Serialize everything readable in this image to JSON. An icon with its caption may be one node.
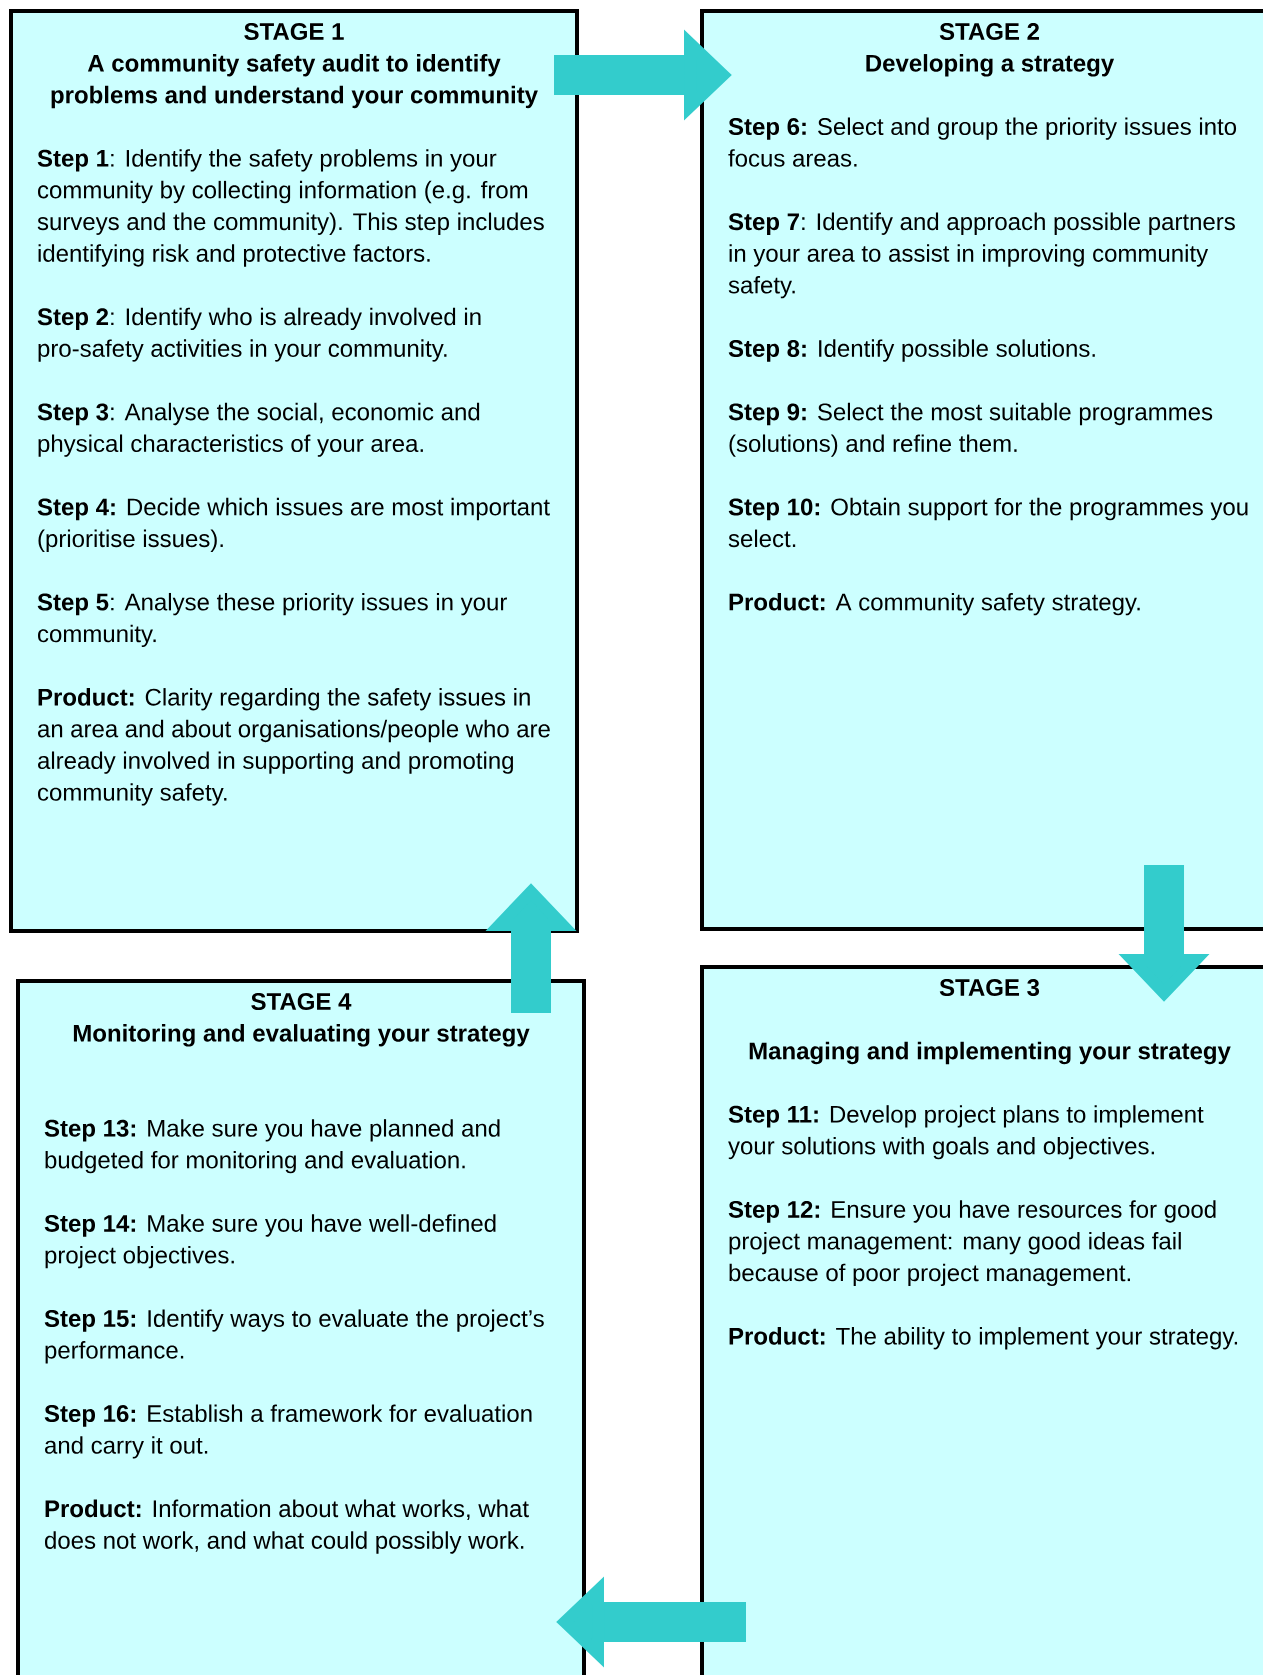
{
  "diagram": {
    "nodes": [
      {
        "text": [
          "STAGE 1",
          "A community safety audit to identify problems and understand your community",
          "**Step 1**: Identify the safety problems in your community by collecting information (e.g. from surveys and the community). This step includes identifying risk and protective factors.",
          "**Step 2**: Identify who is already involved in pro-safety activities in your community.",
          "**Step 3**: Analyse the social, economic and physical characteristics of your area.",
          "**Step 4:** Decide which issues are most important (prioritise issues).",
          "**Step 5**: Analyse these priority issues in your community.",
          "**Product:** Clarity regarding the safety issues in an area and about organisations/people who are already involved in supporting and promoting community safety."
        ]
      },
      {
        "text": [
          "STAGE 2",
          "Developing a strategy",
          "**Step 6:** Select and group the priority issues into focus areas.",
          "**Step 7**: Identify and approach possible partners in your area to assist in improving community safety.",
          "**Step 8:** Identify possible solutions.",
          "**Step 9:** Select the most suitable programmes (solutions) and refine them.",
          "**Step 10:** Obtain support for the programmes you select.",
          "**Product:** A community safety strategy."
        ]
      },
      {
        "text": [
          "STAGE 3",
          "Managing and implementing your strategy",
          "**Step 11:** Develop project plans to implement your solutions with goals and objectives.",
          "**Step 12:** Ensure you have resources for good project management: many good ideas fail because of poor project management.",
          "**Product:** The ability to implement your strategy."
        ]
      },
      {
        "text": [
          "STAGE 4",
          "Monitoring and evaluating your strategy",
          "**Step 13:** Make sure you have planned and budgeted for monitoring and evaluation.",
          "**Step 14:** Make sure you have well-defined project objectives.",
          "**Step 15:** Identify ways to evaluate the project’s performance.",
          "**Step 16:** Establish a framework for evaluation and carry it out.",
          "**Product:** Information about what works, what does not work, and what could possibly work."
        ]
      }
    ],
    "edges": [
      {
        "from": 0,
        "to": 1,
        "arrow": "to"
      },
      {
        "from": 1,
        "to": 2,
        "arrow": "to"
      },
      {
        "from": 2,
        "to": 3,
        "arrow": "to"
      },
      {
        "from": 3,
        "to": 0,
        "arrow": "to"
      }
    ]
  }
}
